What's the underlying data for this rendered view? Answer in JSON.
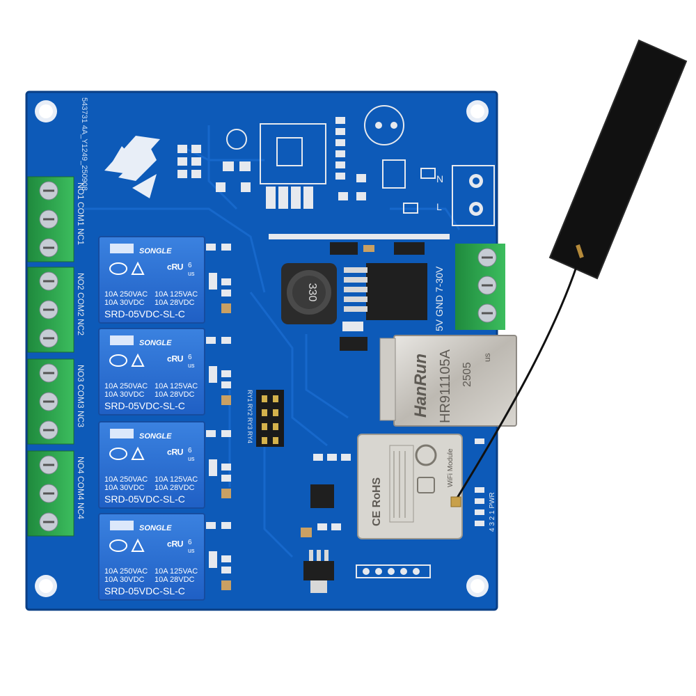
{
  "board": {
    "serial": "543731 4A_Y1249_250908",
    "ac_labels": [
      "N",
      "L"
    ],
    "dc_input_label": "5V GND 7-30V",
    "inductor_marking": "330",
    "header_labels": "RY1 RY2 RY3 RY4",
    "led_labels": "4 3 2 1 PWR",
    "terminal_labels": [
      "NO1 COM1 NC1",
      "NO2 COM2 NC2",
      "NO3 COM3 NC3",
      "NO4 COM4 NC4"
    ]
  },
  "relays": [
    {
      "brand": "SONGLE",
      "rating_left": "10A 250VAC",
      "rating_left2": "10A 30VDC",
      "rating_right": "10A 125VAC",
      "rating_right2": "10A 28VDC",
      "model": "SRD-05VDC-SL-C",
      "cert_mark": "6",
      "cert_us": "us"
    },
    {
      "brand": "SONGLE",
      "rating_left": "10A 250VAC",
      "rating_left2": "10A 30VDC",
      "rating_right": "10A 125VAC",
      "rating_right2": "10A 28VDC",
      "model": "SRD-05VDC-SL-C",
      "cert_mark": "6",
      "cert_us": "us"
    },
    {
      "brand": "SONGLE",
      "rating_left": "10A 250VAC",
      "rating_left2": "10A 30VDC",
      "rating_right": "10A 125VAC",
      "rating_right2": "10A 28VDC",
      "model": "SRD-05VDC-SL-C",
      "cert_mark": "6",
      "cert_us": "us"
    },
    {
      "brand": "SONGLE",
      "rating_left": "10A 250VAC",
      "rating_left2": "10A 30VDC",
      "rating_right": "10A 125VAC",
      "rating_right2": "10A 28VDC",
      "model": "SRD-05VDC-SL-C",
      "cert_mark": "6",
      "cert_us": "us"
    }
  ],
  "ethernet": {
    "brand": "HanRun",
    "part": "HR911105A",
    "date": "2505",
    "cert": "us"
  },
  "wifi_module": {
    "title": "WiFi Module",
    "cert": "CE RoHS"
  },
  "colors": {
    "pcb": "#0d5ab8",
    "pcb_dark": "#0a4591",
    "terminal": "#2fa84f",
    "relay": "#2d72d6",
    "antenna": "#111111"
  }
}
